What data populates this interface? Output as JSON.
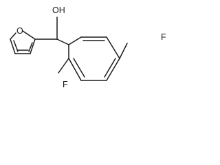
{
  "molecule": {
    "atoms": {
      "ring_oxygen": "O",
      "hydroxyl": "OH",
      "fluorine_top": "F",
      "fluorine_bottom": "F"
    }
  }
}
